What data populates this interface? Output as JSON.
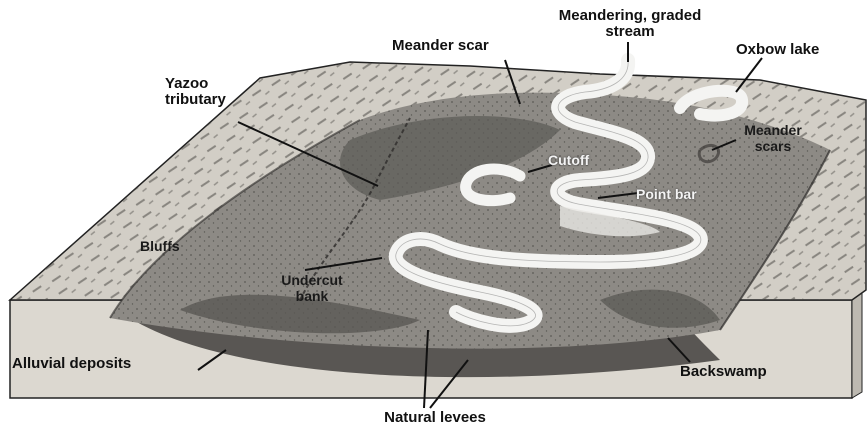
{
  "figure": {
    "colors": {
      "ink": "#111111",
      "bluff": "#d4d0c8",
      "floodplain": "#8e8b86",
      "backswamp": "#5a5854",
      "river": "#f2f2f0",
      "alluvial_face": "#dedad2"
    },
    "labels": {
      "meandering_stream": "Meandering, graded\nstream",
      "meander_scar": "Meander scar",
      "oxbow_lake": "Oxbow lake",
      "yazoo_tributary": "Yazoo\ntributary",
      "meander_scars": "Meander\nscars",
      "cutoff": "Cutoff",
      "point_bar": "Point bar",
      "bluffs": "Bluffs",
      "undercut_bank": "Undercut\nbank",
      "alluvial_deposits": "Alluvial deposits",
      "backswamp": "Backswamp",
      "natural_levees": "Natural levees"
    }
  }
}
